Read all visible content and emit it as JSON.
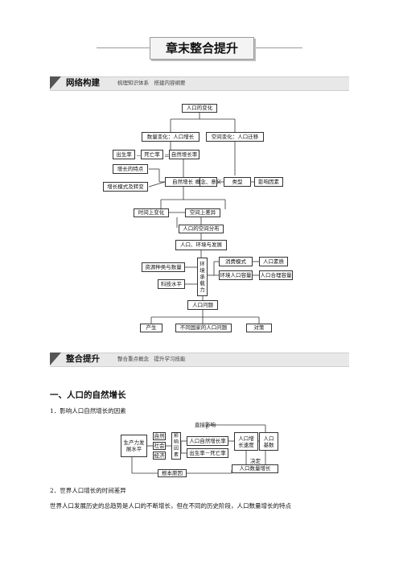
{
  "title": "章末整合提升",
  "section1": {
    "label": "网络构建",
    "subtitle": "梳理知识体系　搭建内容纲要"
  },
  "diagram1": {
    "population_change": "人口的变化",
    "quantity_change": "数量变化：人口增长",
    "space_change": "空间变化：人口迁移",
    "birth_rate": "出生率",
    "minus": "－",
    "death_rate": "死亡率",
    "equals": "＝",
    "natural_growth_rate": "自然增长率",
    "growth_features": "增长的特点",
    "natural_growth": "自然增长",
    "growth_model": "增长模式及转变",
    "concept": "概念、意义",
    "types": "类型",
    "factors": "影响因素",
    "time_change": "时间上变化",
    "space_diff": "空间上差异",
    "spatial_distribution": "人口的空间分布",
    "pop_env_dev": "人口、环境与发展",
    "resources": "资源种类与数量",
    "env_capacity": "环境承载力",
    "tech_level": "科技水平",
    "consumption": "消费模式",
    "pop_quality": "人口素质",
    "env_pop_capacity": "环境人口容量",
    "reasonable_capacity": "人口合理容量",
    "pop_problems": "人口问题",
    "origin": "产生",
    "country_problems": "不同国家的人口问题",
    "solutions": "对策"
  },
  "section2": {
    "label": "整合提升",
    "subtitle": "整合重点概念　提升学习技能"
  },
  "heading1": "一、人口的自然增长",
  "item1": "1．影响人口自然增长的因素",
  "diagram2": {
    "direct_influence": "直接影响",
    "productivity": "生产力发展水平",
    "nature": "自然",
    "society": "社会",
    "economy": "经济",
    "influence_factors": "影响因素",
    "natural_growth_rate": "人口自然增长率",
    "birth_minus_death": "出生率－死亡率",
    "growth_speed": "人口增长速度",
    "pop_base": "人口基数",
    "decide": "决定",
    "pop_growth": "人口数量增长",
    "root_cause": "根本原因"
  },
  "item2": "2．世界人口增长的时间差异",
  "paragraph": "世界人口发展历史的总趋势是人口的不断增长，但在不同的历史阶段，人口数量增长的特点"
}
